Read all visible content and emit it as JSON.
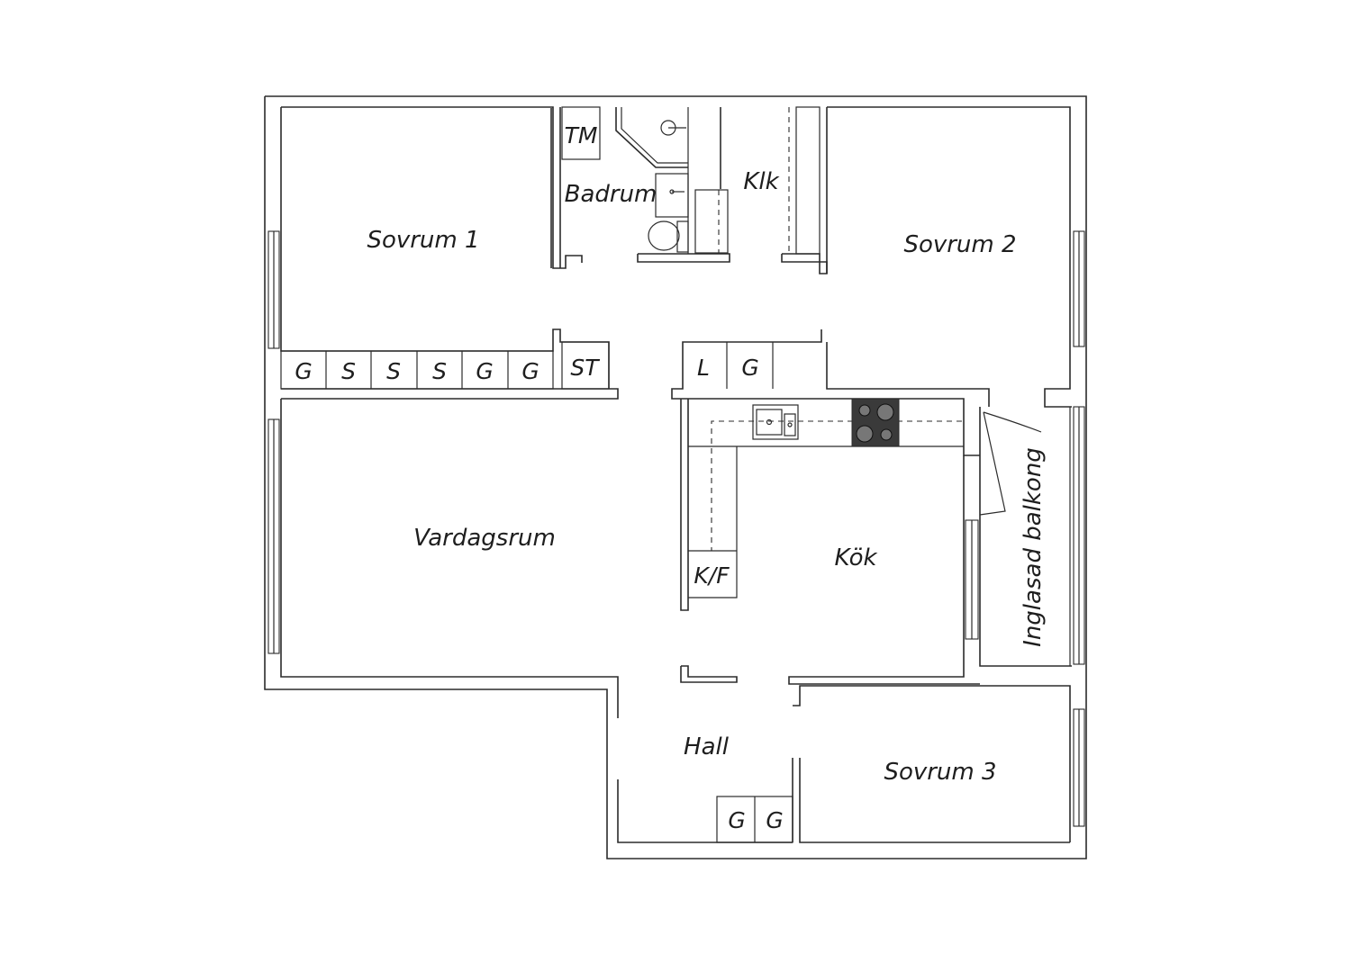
{
  "plan": {
    "rooms": {
      "sovrum1": "Sovrum 1",
      "sovrum2": "Sovrum 2",
      "sovrum3": "Sovrum 3",
      "badrum": "Badrum",
      "klk": "Klk",
      "vardagsrum": "Vardagsrum",
      "kok": "Kök",
      "hall": "Hall",
      "balkong": "Inglasad balkong"
    },
    "fixtures": {
      "tm": "TM",
      "st": "ST",
      "kf": "K/F",
      "l": "L",
      "g_kitchen": "G",
      "wardrobes_row": [
        "G",
        "S",
        "S",
        "S",
        "G",
        "G"
      ],
      "wardrobes_hall": [
        "G",
        "G"
      ]
    }
  }
}
